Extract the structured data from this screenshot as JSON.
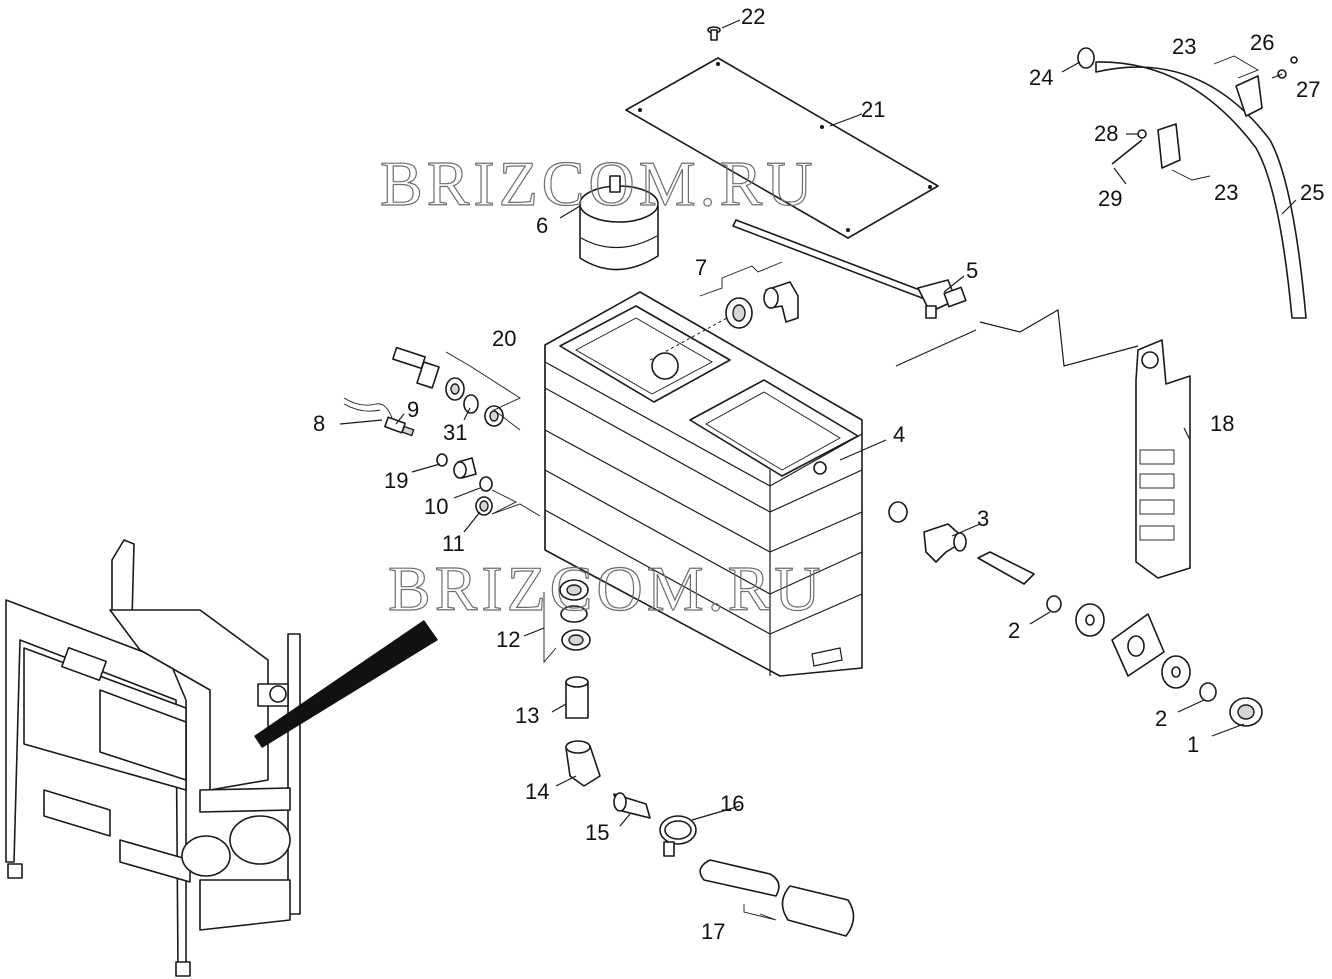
{
  "watermark": {
    "top": "BRIZCOM.RU",
    "bottom": "BRIZCOM.RU"
  },
  "callouts": {
    "c1": "1",
    "c2a": "2",
    "c2b": "2",
    "c3": "3",
    "c4": "4",
    "c5": "5",
    "c6": "6",
    "c7": "7",
    "c8": "8",
    "c9": "9",
    "c10": "10",
    "c11": "11",
    "c12": "12",
    "c13": "13",
    "c14": "14",
    "c15": "15",
    "c16": "16",
    "c17": "17",
    "c18": "18",
    "c19": "19",
    "c20": "20",
    "c21": "21",
    "c22": "22",
    "c23a": "23",
    "c23b": "23",
    "c24": "24",
    "c25": "25",
    "c26": "26",
    "c27": "27",
    "c28": "28",
    "c29": "29",
    "c31": "31"
  }
}
